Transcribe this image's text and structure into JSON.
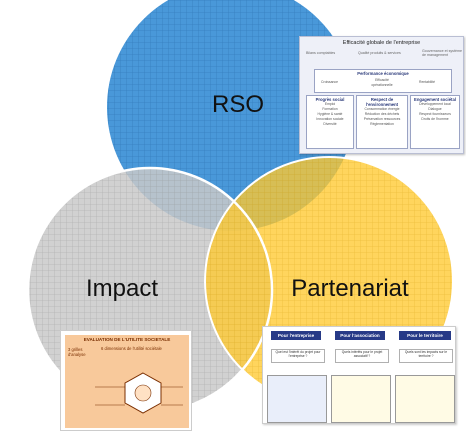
{
  "diagram": {
    "type": "venn",
    "circles": [
      {
        "id": "rso",
        "label": "RSO",
        "color": "#3a8fd6"
      },
      {
        "id": "impact",
        "label": "Impact",
        "color": "#c9c9c9"
      },
      {
        "id": "partenariat",
        "label": "Partenariat",
        "color": "#ffc930"
      }
    ]
  },
  "thumbnails": {
    "rso": {
      "title": "Efficacité globale de l'entreprise",
      "top_left": "Bilans comptables",
      "top_mid": "Qualité produits & services",
      "top_right": "Gouvernance et système de management",
      "perf_eco": {
        "title": "Performance économique",
        "items": [
          "Croissance",
          "Efficacité opérationnelle",
          "Rentabilité"
        ]
      },
      "progres_social": {
        "title": "Progrès social",
        "items": [
          "Emploi",
          "Formation",
          "Hygiène & santé",
          "Innovation sociale",
          "Diversité"
        ]
      },
      "respect_env": {
        "title": "Respect de l'environnement",
        "items": [
          "Consommation énergie",
          "Réduction des déchets",
          "Préservation ressources",
          "Réglementation"
        ]
      },
      "engagement": {
        "title": "Engagement sociétal",
        "items": [
          "Développement local",
          "Dialogue",
          "Respect fournisseurs",
          "Droits de l'homme"
        ]
      }
    },
    "impact": {
      "title": "EVALUATION DE L'UTILITE SOCIETALE",
      "left": [
        "3 grilles",
        "d'analyse"
      ],
      "dims": "6 dimensions de l'utilité sociétale"
    },
    "partenariat": {
      "tabs": [
        "Pour l'entreprise",
        "Pour l'association",
        "Pour le territoire"
      ],
      "questions": [
        "Quel est l'intérêt du projet pour l'entreprise ?",
        "Quels intérêts pour le projet associatif ?",
        "Quels sont les impacts sur le territoire ?"
      ]
    }
  }
}
